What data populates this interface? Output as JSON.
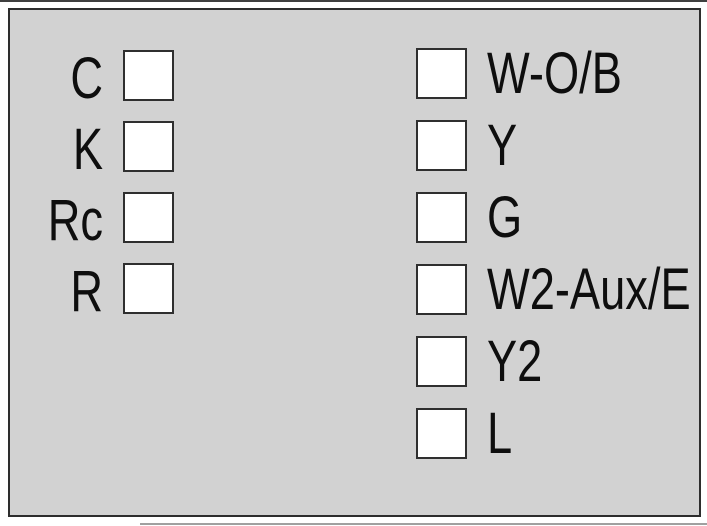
{
  "colors": {
    "page_background": "#ffffff",
    "panel_background": "#d2d2d2",
    "panel_border": "#2d2d2d",
    "box_fill": "#ffffff",
    "box_border": "#2f2f2f",
    "label_text": "#0e0e0e"
  },
  "panel": {
    "left_terminals": [
      {
        "id": "c",
        "label": "C"
      },
      {
        "id": "k",
        "label": "K"
      },
      {
        "id": "rc",
        "label": "Rc"
      },
      {
        "id": "r",
        "label": "R"
      }
    ],
    "right_terminals": [
      {
        "id": "w-ob",
        "label": "W-O/B"
      },
      {
        "id": "y",
        "label": "Y"
      },
      {
        "id": "g",
        "label": "G"
      },
      {
        "id": "w2-auxe",
        "label": "W2-Aux/E"
      },
      {
        "id": "y2",
        "label": "Y2"
      },
      {
        "id": "l",
        "label": "L"
      }
    ]
  }
}
